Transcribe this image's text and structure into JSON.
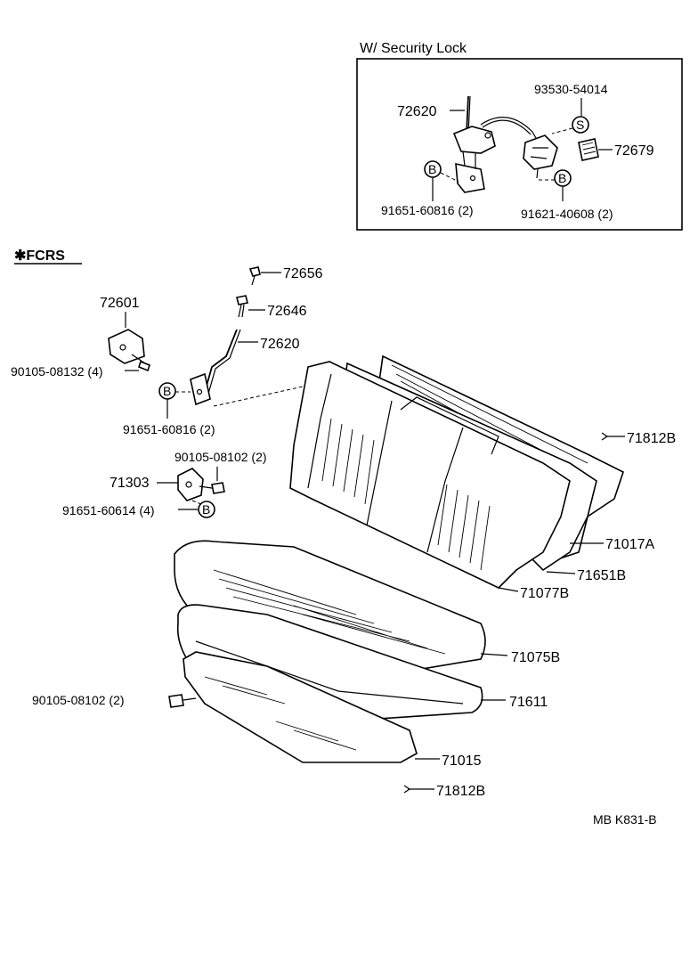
{
  "inset": {
    "title": "W/ Security Lock",
    "parts": {
      "rod": "72620",
      "screw_s": "93530-54014",
      "lock": "72679",
      "bolt_left": "91651-60816 (2)",
      "bolt_right": "91621-40608 (2)"
    },
    "symbols": {
      "s": "S",
      "b": "B"
    }
  },
  "section_label": "✱FCRS",
  "parts": {
    "p72656": "72656",
    "p72601": "72601",
    "p72646": "72646",
    "p72620": "72620",
    "p90105_08132": "90105-08132 (4)",
    "p91651_60816": "91651-60816 (2)",
    "p90105_08102_top": "90105-08102 (2)",
    "p71303": "71303",
    "p91651_60614": "91651-60614 (4)",
    "p71812B_top": "71812B",
    "p71017A": "71017A",
    "p71651B": "71651B",
    "p71077B": "71077B",
    "p71075B": "71075B",
    "p90105_08102_bot": "90105-08102 (2)",
    "p71611": "71611",
    "p71015": "71015",
    "p71812B_bot": "71812B"
  },
  "symbol_b": "B",
  "footer_code": "MB  K831-B"
}
